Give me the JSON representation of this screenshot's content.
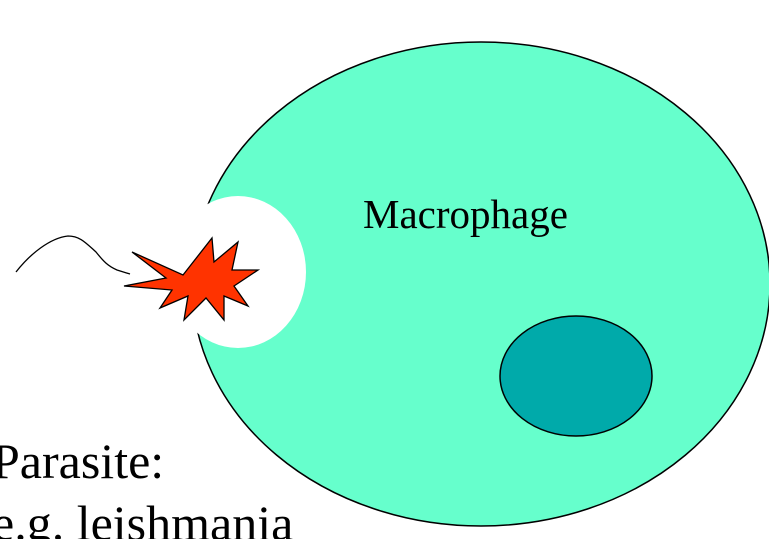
{
  "diagram": {
    "macrophage": {
      "label": "Macrophage",
      "fill": "#66FFCC",
      "nucleus_fill": "#00AAAA",
      "outline": "#000000"
    },
    "parasite": {
      "caption_line1": "Parasite:",
      "caption_line2": "e.g. leishmania",
      "fill": "#FF3300",
      "outline": "#000000"
    },
    "vacuole": {
      "fill": "#FFFFFF"
    }
  }
}
